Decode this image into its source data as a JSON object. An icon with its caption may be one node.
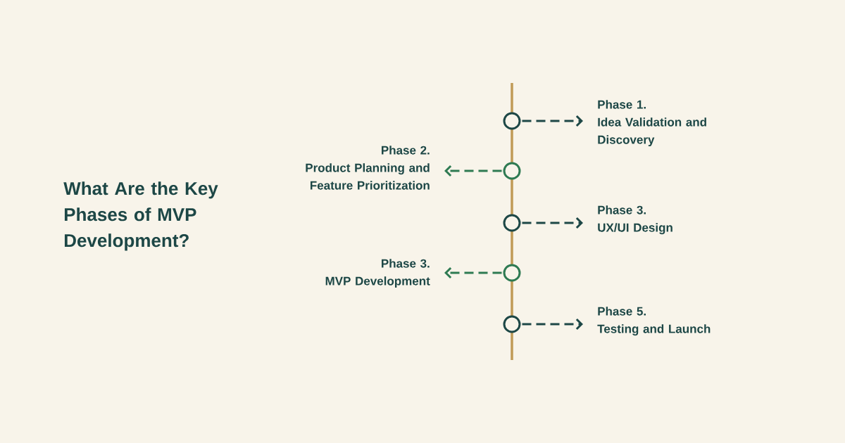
{
  "diagram": {
    "title": "What Are the Key Phases of MVP Development?",
    "nodes": [
      {
        "text": [],
        "shape": "circle"
      },
      {
        "text": [
          "Phase 1.",
          "Idea Validation and Discovery"
        ]
      },
      {
        "text": [],
        "shape": "circle"
      },
      {
        "text": [
          "Phase 2.",
          "Product Planning and Feature Prioritization"
        ]
      },
      {
        "text": [],
        "shape": "circle"
      },
      {
        "text": [
          "Phase 3.",
          "UX/UI Design"
        ]
      },
      {
        "text": [],
        "shape": "circle"
      },
      {
        "text": [
          "Phase 3.",
          "MVP Development"
        ]
      },
      {
        "text": [],
        "shape": "circle"
      },
      {
        "text": [
          "Phase 5.",
          "Testing and Launch"
        ]
      }
    ],
    "edges": [
      {
        "from": 0,
        "to": 1,
        "arrow": "to",
        "style": "dashed"
      },
      {
        "from": 2,
        "to": 3,
        "arrow": "to",
        "style": "dashed",
        "color": "#2e7a52"
      },
      {
        "from": 4,
        "to": 5,
        "arrow": "to",
        "style": "dashed"
      },
      {
        "from": 6,
        "to": 7,
        "arrow": "to",
        "style": "dashed",
        "color": "#2e7a52"
      },
      {
        "from": 8,
        "to": 9,
        "arrow": "to",
        "style": "dashed"
      }
    ]
  }
}
